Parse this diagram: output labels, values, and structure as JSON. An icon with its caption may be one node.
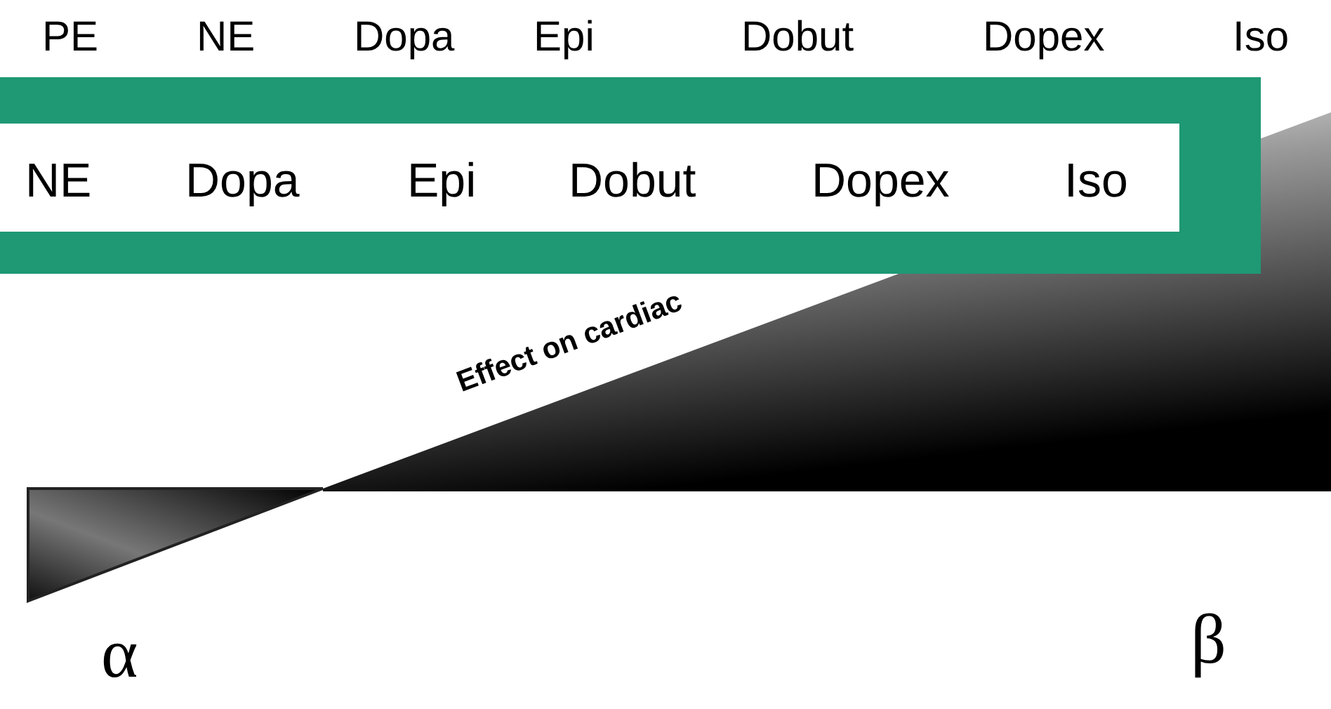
{
  "diagram": {
    "labels": [
      "PE",
      "NE",
      "Dopa",
      "Epi",
      "Dobut",
      "Dopex",
      "Iso",
      "NE",
      "Dopa",
      "Epi",
      "Dobut",
      "Dopex",
      "Iso",
      "Effect on cardiac",
      "α",
      "β"
    ]
  }
}
